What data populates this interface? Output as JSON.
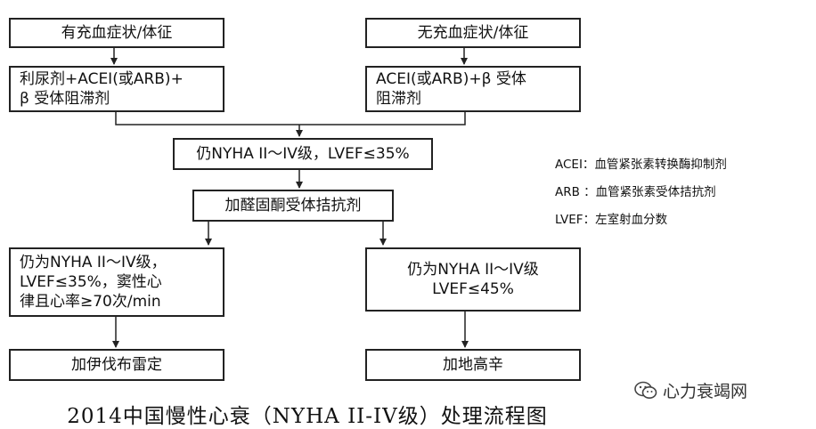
{
  "flow": {
    "top_left": "有充血症状/体征",
    "top_right": "无充血症状/体征",
    "treat_left": "利尿剂+ACEI(或ARB)+\nβ 受体阻滞剂",
    "treat_right": "ACEI(或ARB)+β 受体\n阻滞剂",
    "mid": "仍NYHA II～IV级，LVEF≤35%",
    "aldo": "加醛固酮受体拮抗剂",
    "cond_left": "仍为NYHA II～IV级，\nLVEF≤35%，窦性心\n律且心率≥70次/min",
    "cond_right": "仍为NYHA II～IV级\nLVEF≤45%",
    "end_left": "加伊伐布雷定",
    "end_right": "加地高辛"
  },
  "legend": [
    {
      "term": "ACEI：",
      "desc": "血管紧张素转换酶抑制剂"
    },
    {
      "term": "ARB ：",
      "desc": "血管紧张素受体拮抗剂"
    },
    {
      "term": "LVEF：",
      "desc": "左室射血分数"
    }
  ],
  "caption": "2014中国慢性心衰（NYHA II-IV级）处理流程图",
  "watermark": {
    "icon": "wechat-icon",
    "text": "心力衰竭网"
  }
}
